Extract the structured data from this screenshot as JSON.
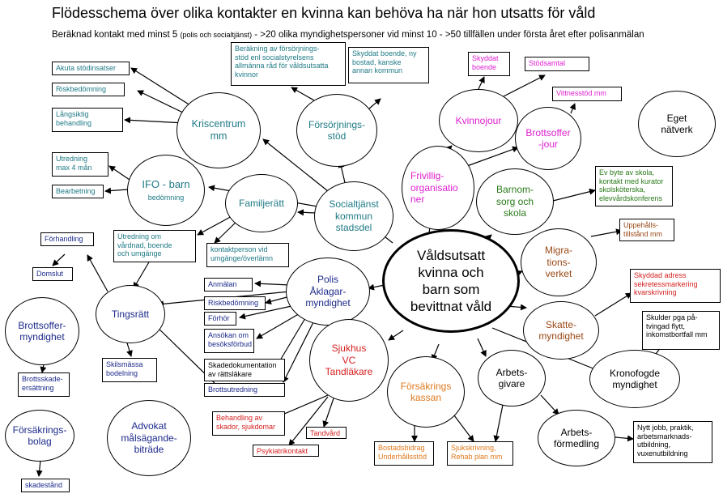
{
  "title": "Flödesschema över olika kontakter en kvinna kan behöva ha när hon utsatts för våld",
  "subtitle_main": "Beräknad kontakt med minst 5 ",
  "subtitle_small": "(polis och socialtjänst)",
  "subtitle_rest": " - >20 olika myndighetspersoner vid minst 10 - >50 tillfällen under första året efter polisanmälan",
  "colors": {
    "teal": "#1f7a86",
    "navy": "#1c2a8a",
    "red": "#d61f1f",
    "magenta": "#e020d0",
    "green": "#2a7a1a",
    "brown": "#9a4a18",
    "orange": "#e0791e",
    "black": "#000000"
  },
  "nodes": {
    "hub": "Våldsutsatt\nkvinna och\nbarn som\nbevittnat våld",
    "kriscentrum": "Kriscentrum\nmm",
    "forsorjningsstod": "Försörjnings-\nstöd",
    "kvinnojour": "Kvinnojour",
    "brottsofferjour": "Brottsoffer\n-jour",
    "eget_natverk": "Eget\nnätverk",
    "ifo_barn": "IFO - barn",
    "ifo_barn_sub": "bedömning",
    "familjeratt": "Familjerätt",
    "socialtjanst": "Socialtjänst\nkommun\nstadsdel",
    "frivilligorganisationer": "Frivillig-\norganisatio\nner",
    "barnomsorg": "Barnom-\nsorg och\nskola",
    "migrationsverket": "Migra-\ntions-\nverket",
    "polis": "Polis\nÅklagar-\nmyndighet",
    "tingsratt": "Tingsrätt",
    "brottsoffermyndighet": "Brottsoffer-\nmyndighet",
    "sjukhus": "Sjukhus\nVC\nTandläkare",
    "forsakringskassan": "Försäkrings\nkassan",
    "arbetsgivare": "Arbets-\ngivare",
    "skattemyndighet": "Skatte-\nmyndighet",
    "kronofogde": "Kronofogde\nmyndighet",
    "arbetsformedling": "Arbets-\nförmedling",
    "forsakringsbolag": "Försäkrings-\nbolag",
    "advokat": "Advokat\nmålsägande-\nbiträde"
  },
  "boxes": {
    "akuta_stodinsatser": "Akuta stödinsatser",
    "riskbedomning_kris": "Riskbedömning",
    "langsiktig": "Långsiktig\nbehandling",
    "berakning": "Beräkning av försörjnings-\nstöd enl socialstyrelsens\nallmänna råd för våldsutsatta\nkvinnor",
    "skyddat_boende_ny": "Skyddat boende,  ny\nbostad, kanske\nannan kommun",
    "skyddat_boende": "Skyddat\nboende",
    "stodsamtal": "Stödsamtal",
    "vittnesstod": "Vittnesstöd mm",
    "utredning": "Utredning\nmax 4 mån",
    "bearbetning": "Bearbetning",
    "ev_byte": "Ev byte av skola,\nkontakt med kurator\nskolsköterska,\nelevvårdskonferens",
    "uppehallstillstand": "Uppehålls-\ntillstånd mm",
    "forhandling": "Förhandling",
    "domslut": "Domslut",
    "utredning_vardnad": "Utredning om\nvårdnad, boende\noch umgänge",
    "kontaktperson": "kontaktperson vid\numgänge/överlämn",
    "anmalan": "Anmälan",
    "riskbedomning_polis": "Riskbedömning",
    "forhor": "Förhör",
    "ansokan_besoksforbud": "Ansökan om\nbesöksförbud",
    "skadedokumentation": "Skadedokumentation\nav rättsläkare",
    "brottsutredning": "Brottsutredning",
    "skyddad_adress": "Skyddad adress\nsekretessmarkering\nkvarskrivning",
    "skulder": "Skulder pga på-\ntvingad flytt,\ninkomstbortfall mm",
    "brottsskadeersattning": "Brottsskade-\nersättning",
    "skilsmassa": "Skilsmässa\nbodelning",
    "behandling_skador": "Behandling av\nskador, sjukdomar",
    "tandvard": "Tandvård",
    "psykiatrikontakt": "Psykiatrikontakt",
    "bostadsbidrag": "Bostadsbidrag\nUnderhållsstöd",
    "sjukskrivning": "Sjukskrivning,\nRehab plan mm",
    "nytt_jobb": "Nytt jobb, praktik,\narbetsmarknads-\nutbildning,\nvuxenutbildning",
    "skadestand": "skadestånd"
  }
}
